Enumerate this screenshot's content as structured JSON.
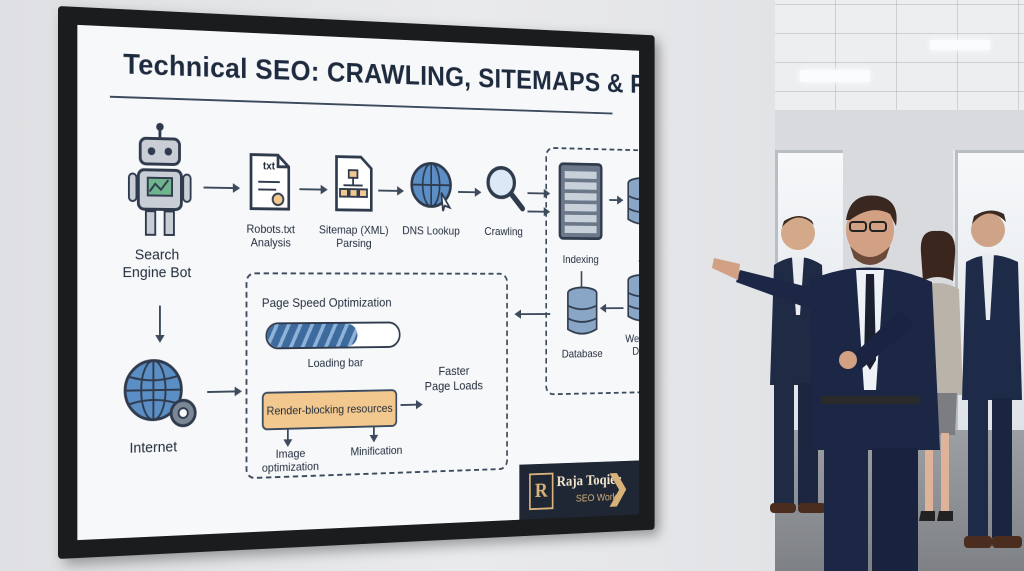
{
  "title": "Technical SEO: CRAWLING, SITEMAPS & PAGE SPEED",
  "flow": {
    "bot_label": "Search Engine Bot",
    "robots_label": "Robots.txt Analysis",
    "robots_icon_text": "txt",
    "sitemap_label": "Sitemap (XML) Parsing",
    "dns_label": "DNS Lookup",
    "crawling_label": "Crawling",
    "indexing_label": "Indexing",
    "database_label": "Database",
    "website_data_label": "Website Data",
    "internet_label": "Internet"
  },
  "speed": {
    "heading": "Page Speed Optimization",
    "loading_label": "Loading bar",
    "loading_progress": 0.68,
    "render_label": "Render-blocking resources",
    "image_label": "Image optimization",
    "minification_label": "Minification",
    "faster_label": "Faster Page Loads"
  },
  "brand": {
    "initial": "R",
    "name": "Raja Toqier",
    "sub": "SEO Work"
  },
  "colors": {
    "navy": "#1e2b3f",
    "accent_blue": "#3d6b9e",
    "orange_box": "#f2c88f",
    "gold": "#d9b27a"
  }
}
